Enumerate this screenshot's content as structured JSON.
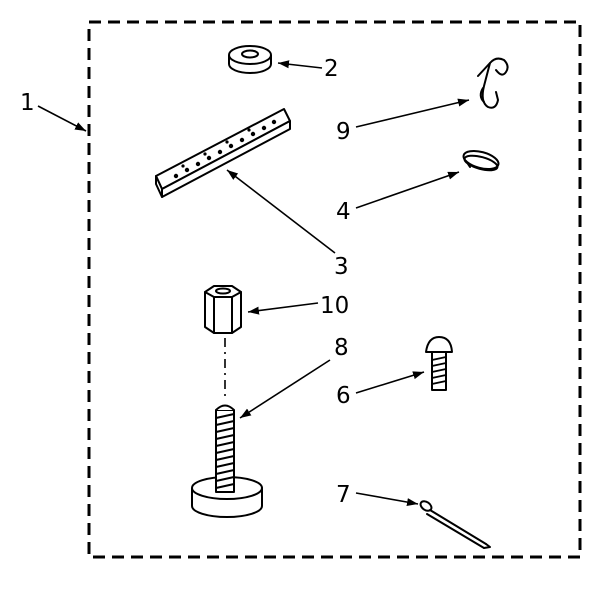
{
  "diagram": {
    "callouts": [
      {
        "id": "kit",
        "label": "1"
      },
      {
        "id": "washer",
        "label": "2"
      },
      {
        "id": "bracket",
        "label": "3"
      },
      {
        "id": "retainer",
        "label": "4"
      },
      {
        "id": "screw",
        "label": "6"
      },
      {
        "id": "pin",
        "label": "7"
      },
      {
        "id": "stud",
        "label": "8"
      },
      {
        "id": "hook",
        "label": "9"
      },
      {
        "id": "coupling",
        "label": "10"
      }
    ]
  }
}
